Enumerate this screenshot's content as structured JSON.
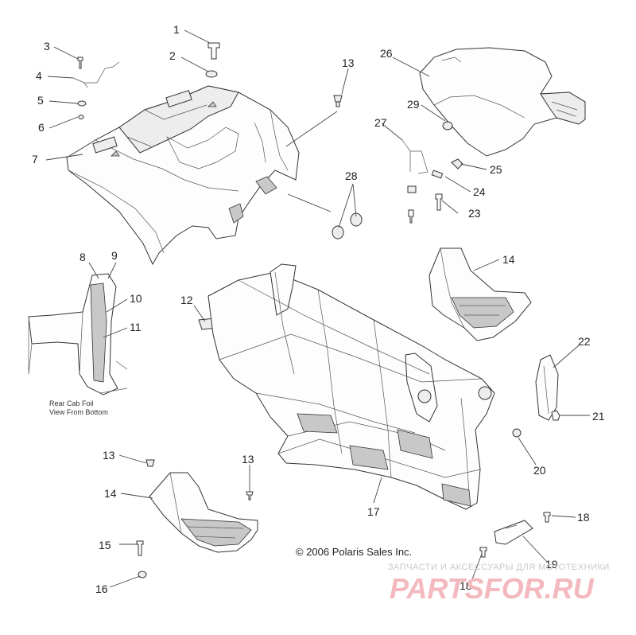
{
  "callouts": [
    "1",
    "2",
    "3",
    "4",
    "5",
    "6",
    "7",
    "8",
    "9",
    "10",
    "11",
    "12",
    "13",
    "13",
    "13",
    "14",
    "14",
    "15",
    "16",
    "17",
    "18",
    "18",
    "19",
    "20",
    "21",
    "22",
    "23",
    "24",
    "25",
    "26",
    "27",
    "28",
    "29"
  ],
  "inset_note": [
    "Rear Cab Foil",
    "View From Bottom"
  ],
  "copyright": "© 2006 Polaris Sales Inc.",
  "watermark": {
    "tagline": "ЗАПЧАСТИ И АКСЕССУАРЫ ДЛЯ МОТОТЕХНИКИ",
    "brand": "PARTSFOR.RU"
  }
}
